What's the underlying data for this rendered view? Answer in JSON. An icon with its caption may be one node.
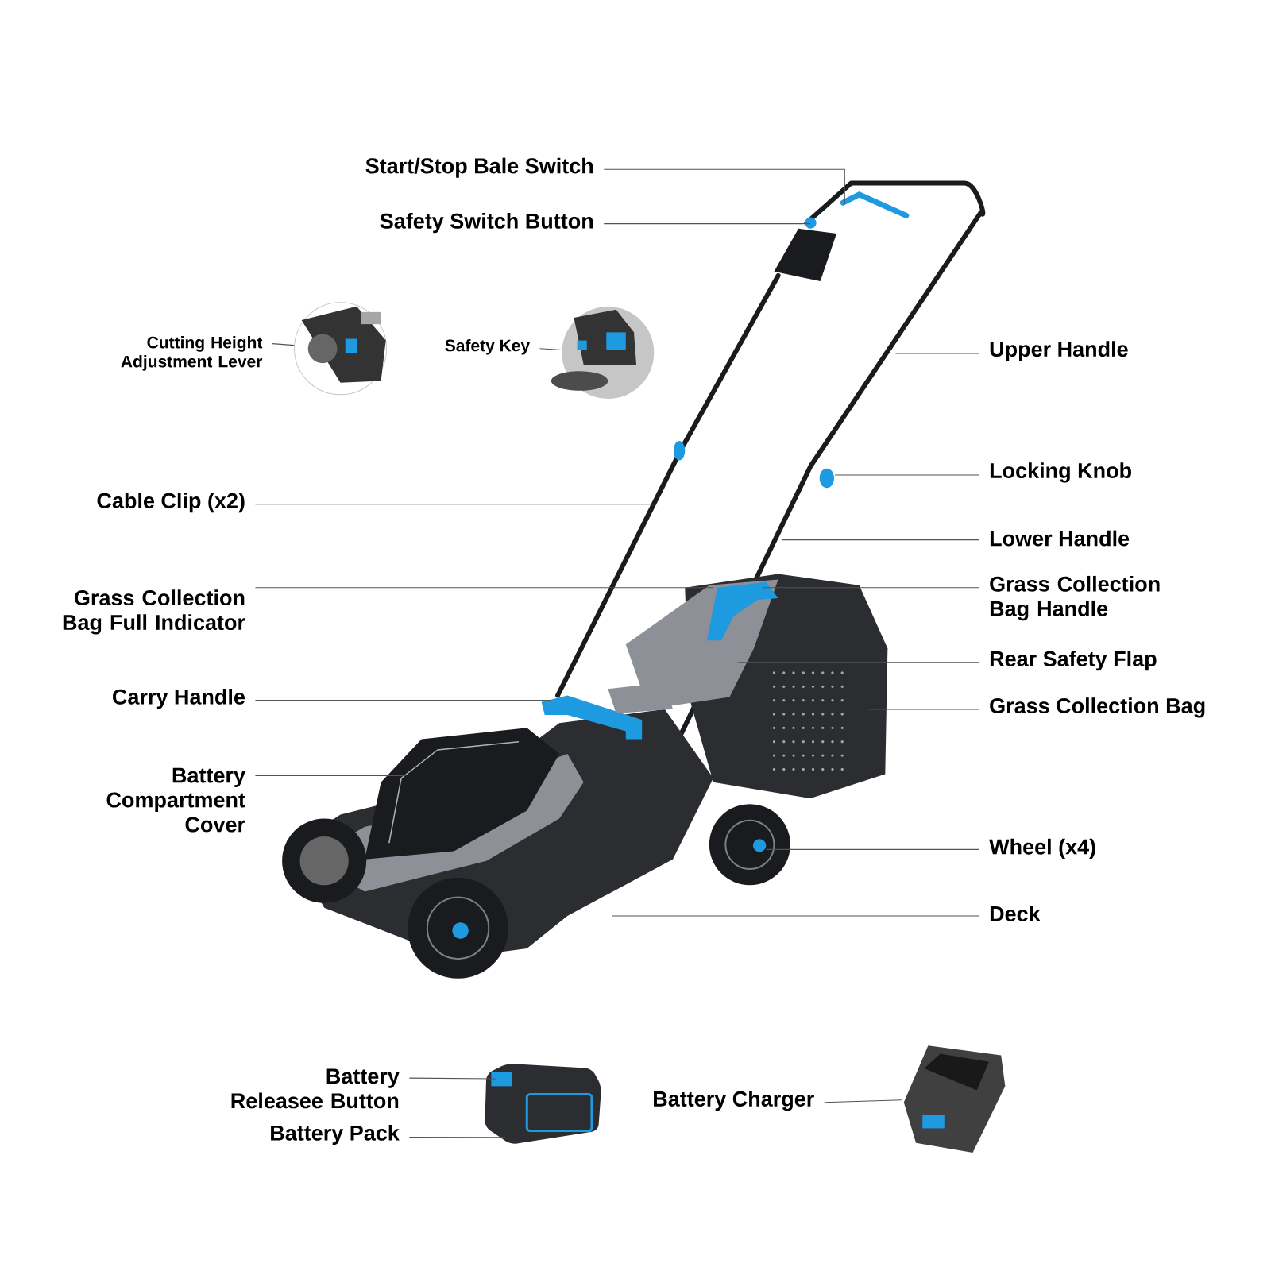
{
  "diagram": {
    "nodes": [
      {
        "text": [
          "Start/Stop Bale Switch"
        ]
      },
      {
        "text": [
          "Safety Switch Button"
        ]
      },
      {
        "text": [
          "Cutting Height Adjustment Lever"
        ]
      },
      {
        "text": [],
        "shape": "picture"
      },
      {
        "text": [
          "Safety Key"
        ]
      },
      {
        "text": [],
        "shape": "picture"
      },
      {
        "text": [
          "Upper Handle"
        ]
      },
      {
        "text": [
          "Locking Knob"
        ]
      },
      {
        "text": [
          "Cable Clip (x2)"
        ]
      },
      {
        "text": [
          "Lower Handle"
        ]
      },
      {
        "text": [
          "Grass Collection Bag Full Indicator"
        ]
      },
      {
        "text": [
          "Grass Collection Bag Handle"
        ]
      },
      {
        "text": [
          "Rear Safety Flap"
        ]
      },
      {
        "text": [
          "Carry Handle"
        ]
      },
      {
        "text": [
          "Grass Collection Bag"
        ]
      },
      {
        "text": [
          "Battery Compartment Cover"
        ]
      },
      {
        "text": [
          "Wheel (x4)"
        ]
      },
      {
        "text": [
          "Deck"
        ]
      },
      {
        "text": [
          "Battery Releasee Button"
        ]
      },
      {
        "text": [
          "Battery Pack"
        ]
      },
      {
        "text": [],
        "shape": "picture"
      },
      {
        "text": [
          "Battery Charger"
        ]
      },
      {
        "text": [],
        "shape": "picture"
      }
    ],
    "edges": [
      {
        "from": 0,
        "to": null,
        "arrow": "none"
      },
      {
        "from": 1,
        "to": null,
        "arrow": "none"
      },
      {
        "from": 2,
        "to": 3,
        "arrow": "none"
      },
      {
        "from": 4,
        "to": 5,
        "arrow": "none"
      },
      {
        "from": 6,
        "to": null,
        "arrow": "none"
      },
      {
        "from": 7,
        "to": null,
        "arrow": "none"
      },
      {
        "from": 8,
        "to": null,
        "arrow": "none"
      },
      {
        "from": 9,
        "to": null,
        "arrow": "none"
      },
      {
        "from": 10,
        "to": null,
        "arrow": "none"
      },
      {
        "from": 11,
        "to": null,
        "arrow": "none"
      },
      {
        "from": 12,
        "to": null,
        "arrow": "none"
      },
      {
        "from": 13,
        "to": null,
        "arrow": "none"
      },
      {
        "from": 14,
        "to": null,
        "arrow": "none"
      },
      {
        "from": 15,
        "to": null,
        "arrow": "none"
      },
      {
        "from": 16,
        "to": null,
        "arrow": "none"
      },
      {
        "from": 17,
        "to": null,
        "arrow": "none"
      },
      {
        "from": 18,
        "to": 20,
        "arrow": "none"
      },
      {
        "from": 19,
        "to": 20,
        "arrow": "none"
      },
      {
        "from": 21,
        "to": 22,
        "arrow": "none"
      }
    ]
  }
}
